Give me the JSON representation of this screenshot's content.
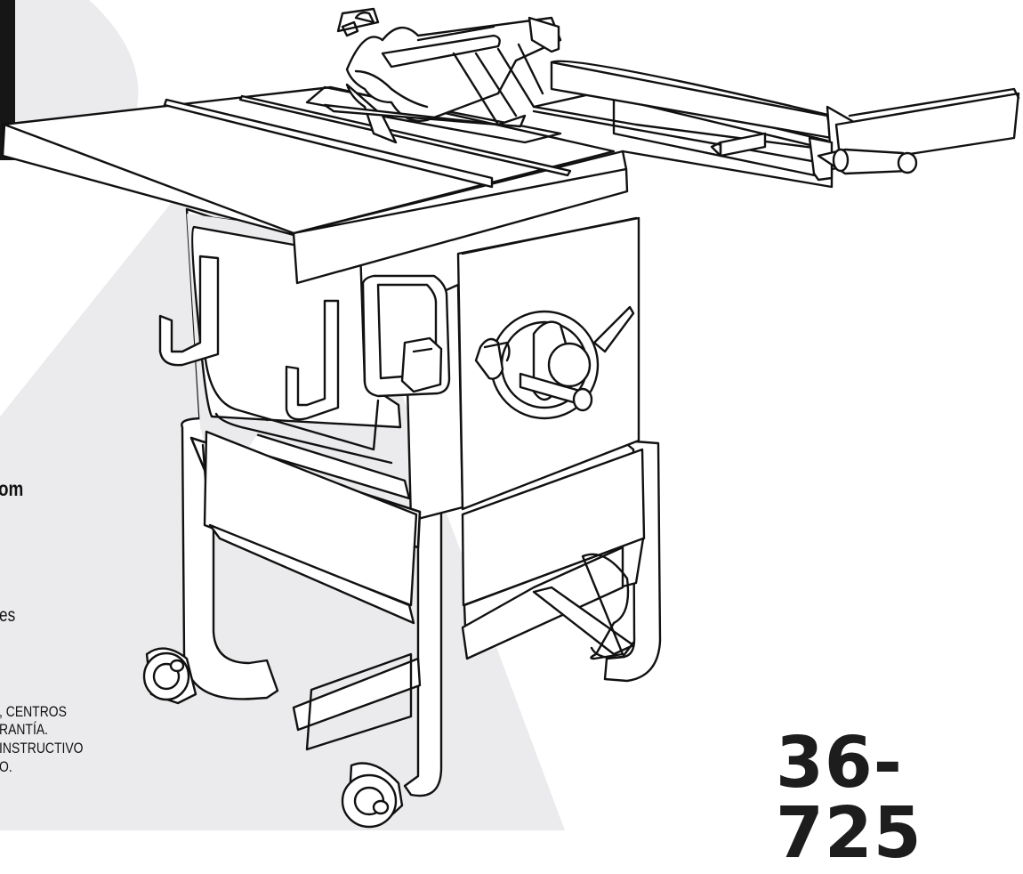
{
  "page": {
    "left_text_fragments": {
      "url_fragment": "om",
      "word_fragment": "es",
      "spanish_lines": [
        ", CENTROS",
        "RANTÍA.",
        " INSTRUCTIVO",
        "O."
      ]
    },
    "model_number": "36-725",
    "colors": {
      "background_white": "#ffffff",
      "gray_shape": "#ebebed",
      "line_art": "#111111",
      "model_text": "#1d1d1d",
      "corner_black": "#161616"
    },
    "illustration": {
      "subject": "table-saw-icon"
    }
  }
}
